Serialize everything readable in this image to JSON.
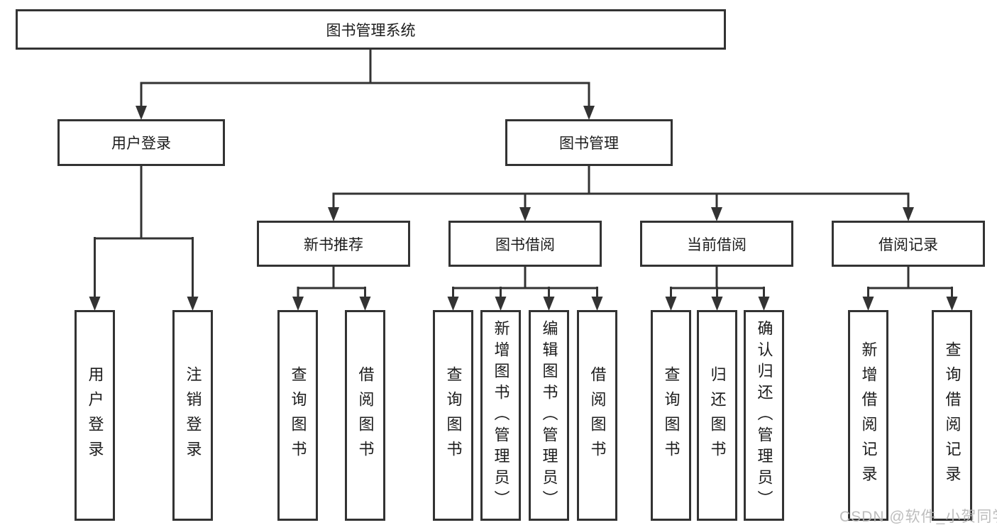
{
  "diagram": {
    "root": {
      "label": "图书管理系统"
    },
    "level2": [
      {
        "label": "用户登录"
      },
      {
        "label": "图书管理"
      }
    ],
    "level3": [
      {
        "label": "新书推荐"
      },
      {
        "label": "图书借阅"
      },
      {
        "label": "当前借阅"
      },
      {
        "label": "借阅记录"
      }
    ],
    "leaves": {
      "user_login": [
        "用户登录",
        "注销登录"
      ],
      "new_book_recommend": [
        "查询图书",
        "借阅图书"
      ],
      "book_borrowing": [
        "查询图书",
        "新增图书（管理员）",
        "编辑图书（管理员）",
        "借阅图书"
      ],
      "current_borrowing": [
        "查询图书",
        "归还图书",
        "确认归还（管理员）"
      ],
      "borrowing_records": [
        "新增借阅记录",
        "查询借阅记录"
      ]
    },
    "watermark": "CSDN @软件_小贺同学",
    "colors": {
      "line": "#333333",
      "box_border": "#333333",
      "box_fill": "#ffffff",
      "text": "#1c1c1c",
      "background": "#ffffff",
      "watermark": "#b6b6b6"
    }
  }
}
